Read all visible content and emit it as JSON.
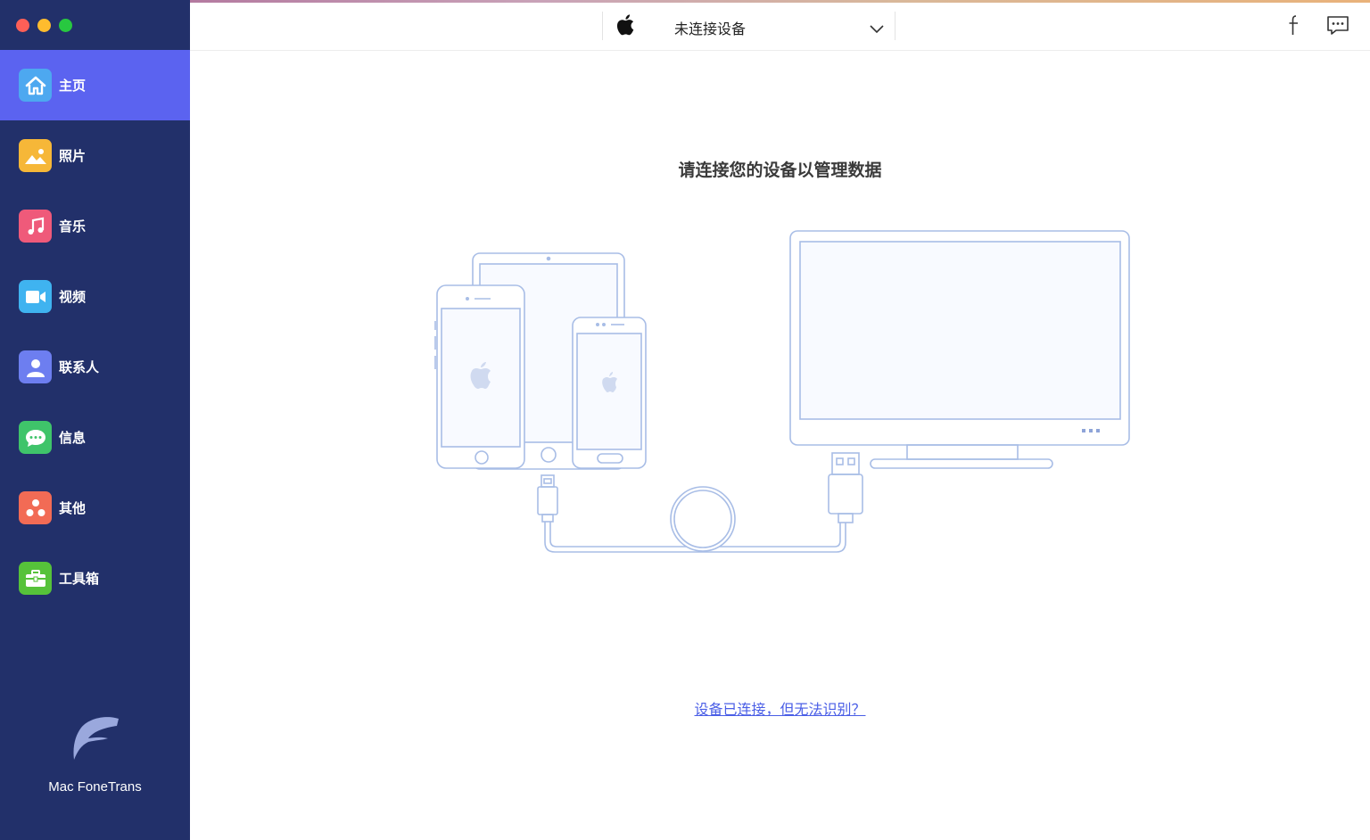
{
  "sidebar": {
    "items": [
      {
        "label": "主页",
        "icon": "home-icon",
        "color": "#4da8f0",
        "active": true
      },
      {
        "label": "照片",
        "icon": "photo-icon",
        "color": "#f6b738",
        "active": false
      },
      {
        "label": "音乐",
        "icon": "music-icon",
        "color": "#ef5a7a",
        "active": false
      },
      {
        "label": "视频",
        "icon": "video-icon",
        "color": "#3fb3f0",
        "active": false
      },
      {
        "label": "联系人",
        "icon": "contacts-icon",
        "color": "#6d7ef0",
        "active": false
      },
      {
        "label": "信息",
        "icon": "message-icon",
        "color": "#3fc46a",
        "active": false
      },
      {
        "label": "其他",
        "icon": "other-icon",
        "color": "#f26b55",
        "active": false
      },
      {
        "label": "工具箱",
        "icon": "toolbox-icon",
        "color": "#56c23a",
        "active": false
      }
    ],
    "brand": "Mac FoneTrans"
  },
  "header": {
    "device_label": "未连接设备"
  },
  "main": {
    "title": "请连接您的设备以管理数据",
    "help_link": "设备已连接，但无法识别？"
  },
  "colors": {
    "sidebar_bg": "#22306a",
    "active_bg": "#5b63f0",
    "link": "#4a5ee6",
    "outline": "#a8bde6"
  }
}
